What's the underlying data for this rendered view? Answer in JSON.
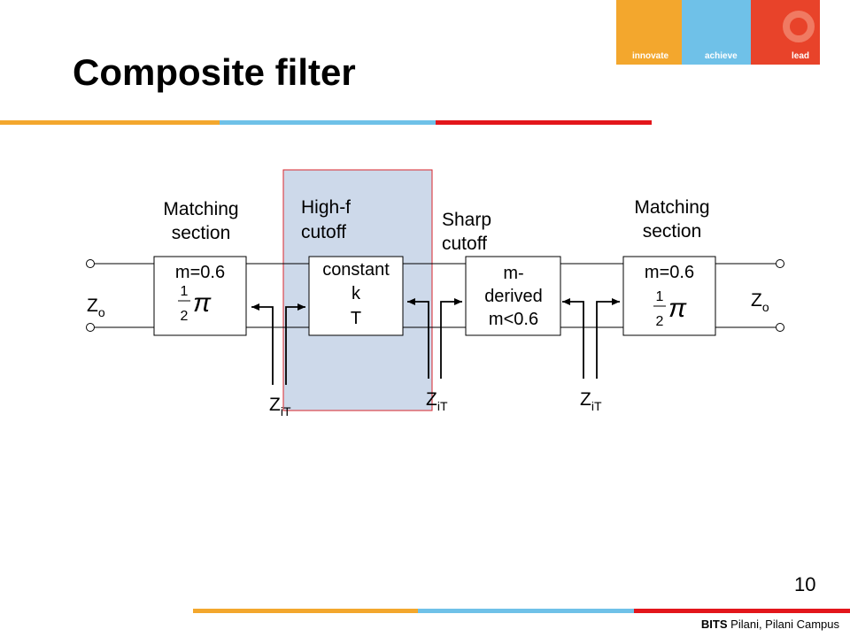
{
  "slide": {
    "title": "Composite filter",
    "page_number": "10",
    "footer_bold": "BITS",
    "footer_rest": " Pilani, Pilani Campus"
  },
  "logo": {
    "word1": "innovate",
    "word2": "achieve",
    "word3": "lead",
    "colors": [
      "#f3a72d",
      "#6fc1e8",
      "#e8432a"
    ]
  },
  "diagram": {
    "left_label_line1": "Matching",
    "left_label_line2": "section",
    "highf_line1": "High-f",
    "highf_line2": "cutoff",
    "sharp_line1": "Sharp",
    "sharp_line2": "cutoff",
    "right_label_line1": "Matching",
    "right_label_line2": "section",
    "block1_line1": "m=0.6",
    "block1_num": "1",
    "block1_den": "2",
    "block1_pi": "π",
    "block2_line1": "constant",
    "block2_line2": "k",
    "block2_line3": "T",
    "block3_line1": "m-",
    "block3_line2": "derived",
    "block3_line3": "m<0.6",
    "block4_line1": "m=0.6",
    "block4_num": "1",
    "block4_den": "2",
    "block4_pi": "π",
    "zo_main": "Z",
    "zo_sub": "o",
    "zit_main": "Z",
    "zit_sub": "iT",
    "colors": {
      "highlight_fill": "#cdd9ea",
      "highlight_border": "#d9262c"
    }
  }
}
